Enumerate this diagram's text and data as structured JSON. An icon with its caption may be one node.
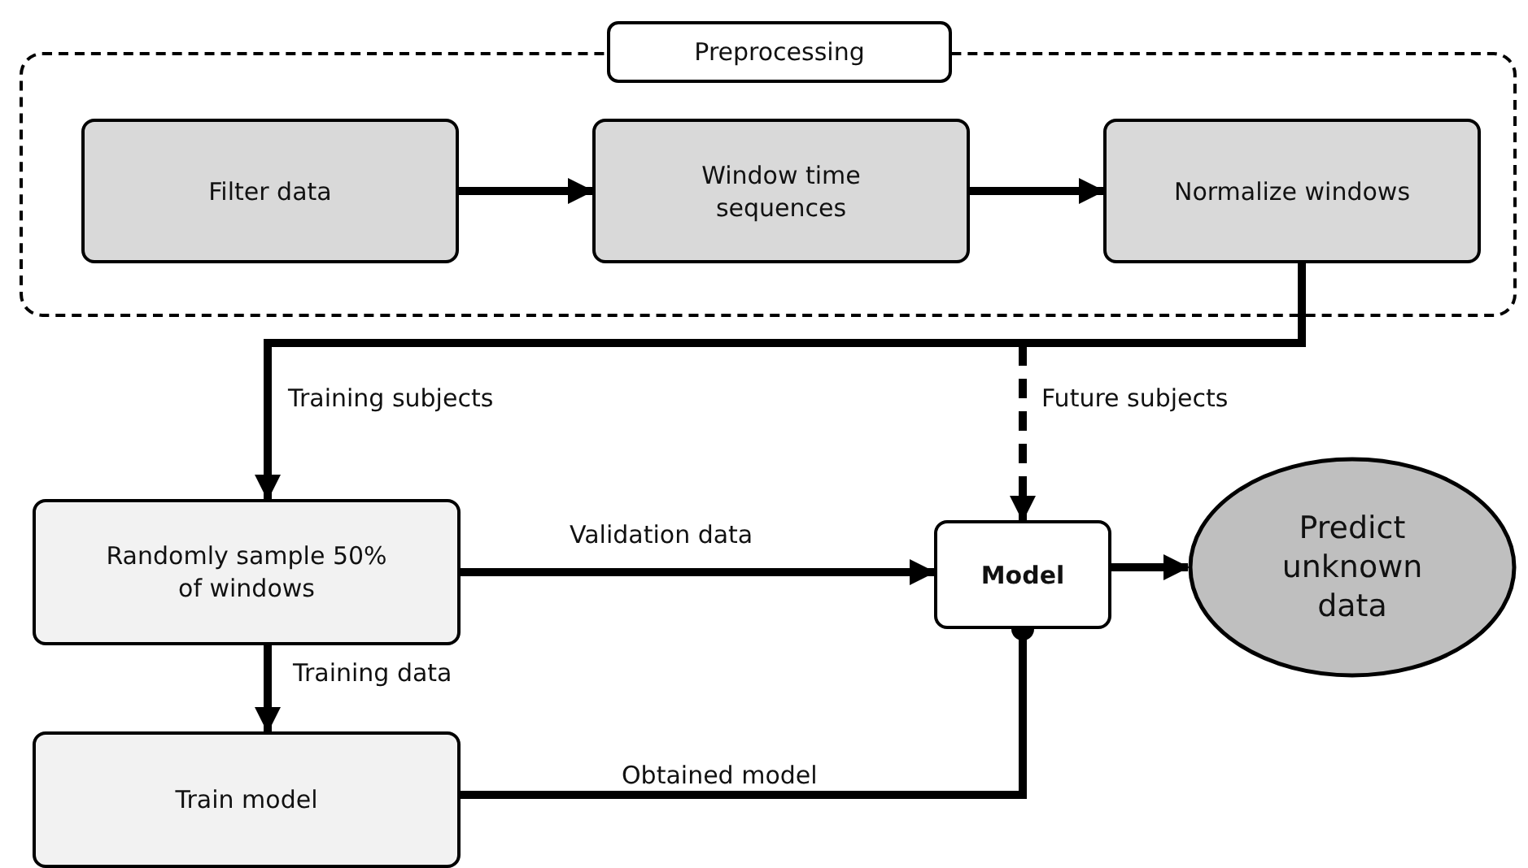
{
  "diagram": {
    "nodes": [
      {
        "text": [
          "Preprocessing"
        ]
      },
      {
        "text": [
          "Filter data"
        ],
        "in": 0
      },
      {
        "text": [
          "Window time sequences"
        ],
        "in": 0
      },
      {
        "text": [
          "Normalize windows"
        ],
        "in": 0
      },
      {
        "text": [
          "Randomly sample 50% of windows"
        ]
      },
      {
        "text": [
          "Train model"
        ]
      },
      {
        "text": [
          "Model"
        ]
      },
      {
        "text": [
          "Predict unknown data"
        ]
      }
    ],
    "edges": [
      {
        "from": 1,
        "to": 2,
        "arrow": "to"
      },
      {
        "from": 2,
        "to": 3,
        "arrow": "to"
      },
      {
        "from": 3,
        "to": 4,
        "arrow": "to",
        "label": "Training subjects"
      },
      {
        "from": 3,
        "to": 6,
        "arrow": "to",
        "label": "Future subjects",
        "style": "dashed"
      },
      {
        "from": 4,
        "to": 6,
        "arrow": "to",
        "label": "Validation data"
      },
      {
        "from": 4,
        "to": 5,
        "arrow": "to",
        "label": "Training data"
      },
      {
        "from": 5,
        "to": 6,
        "arrow": "other",
        "label": "Obtained model"
      },
      {
        "from": 6,
        "to": 7,
        "arrow": "to"
      }
    ]
  }
}
